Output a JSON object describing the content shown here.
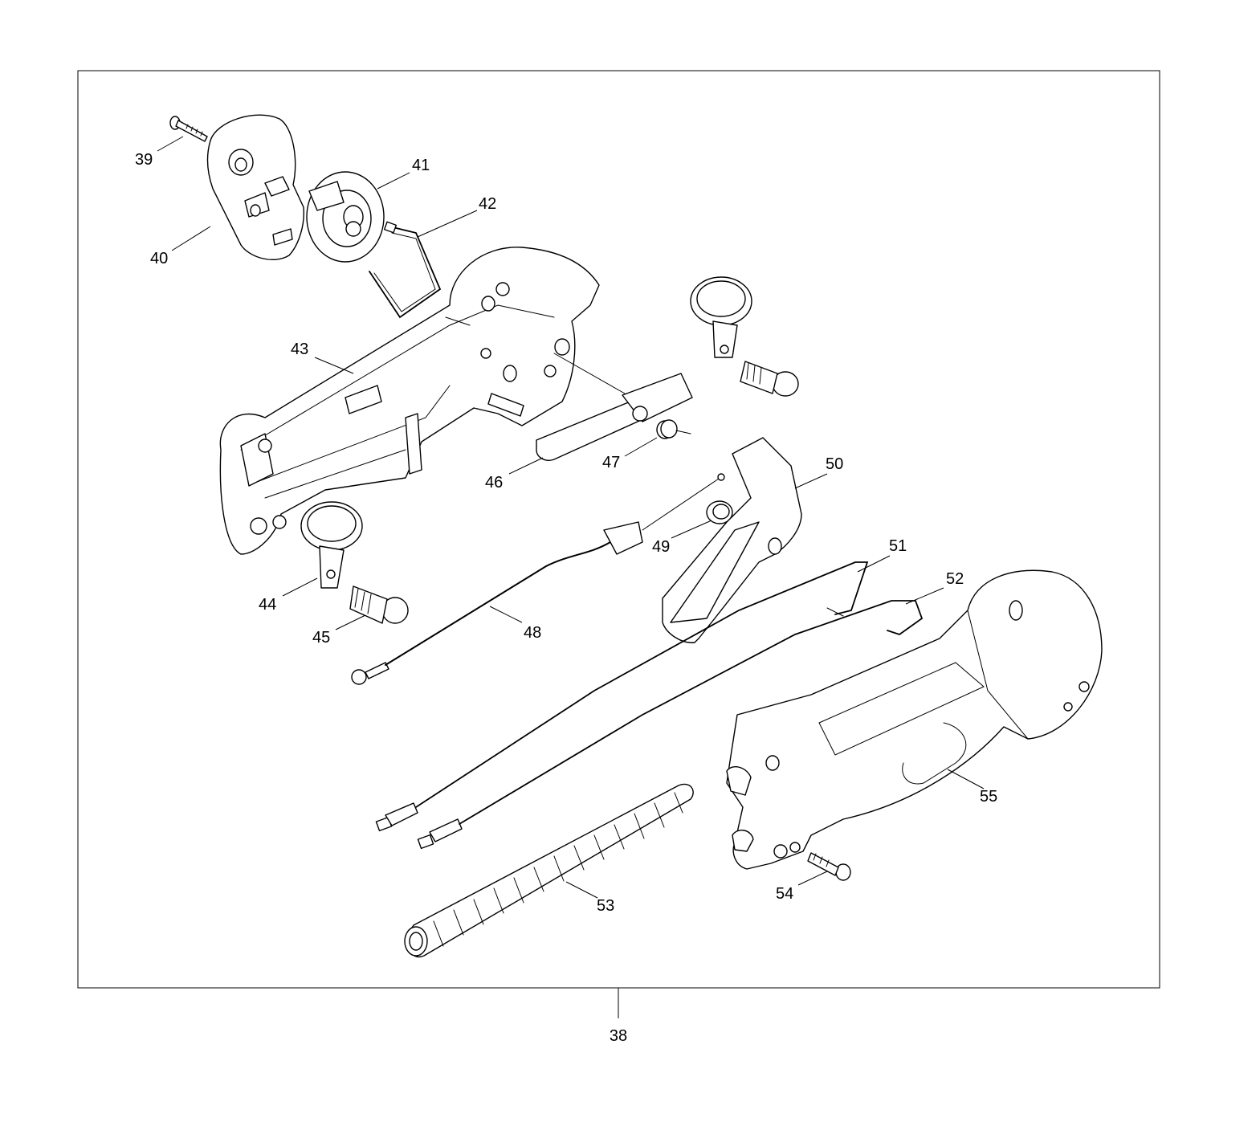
{
  "assembly_label": "38",
  "callouts": [
    {
      "id": "c39",
      "text": "39"
    },
    {
      "id": "c40",
      "text": "40"
    },
    {
      "id": "c41",
      "text": "41"
    },
    {
      "id": "c42",
      "text": "42"
    },
    {
      "id": "c43",
      "text": "43"
    },
    {
      "id": "c44",
      "text": "44"
    },
    {
      "id": "c45",
      "text": "45"
    },
    {
      "id": "c46",
      "text": "46"
    },
    {
      "id": "c47",
      "text": "47"
    },
    {
      "id": "c48",
      "text": "48"
    },
    {
      "id": "c49",
      "text": "49"
    },
    {
      "id": "c50",
      "text": "50"
    },
    {
      "id": "c51",
      "text": "51"
    },
    {
      "id": "c52",
      "text": "52"
    },
    {
      "id": "c53",
      "text": "53"
    },
    {
      "id": "c54",
      "text": "54"
    },
    {
      "id": "c55",
      "text": "55"
    }
  ]
}
